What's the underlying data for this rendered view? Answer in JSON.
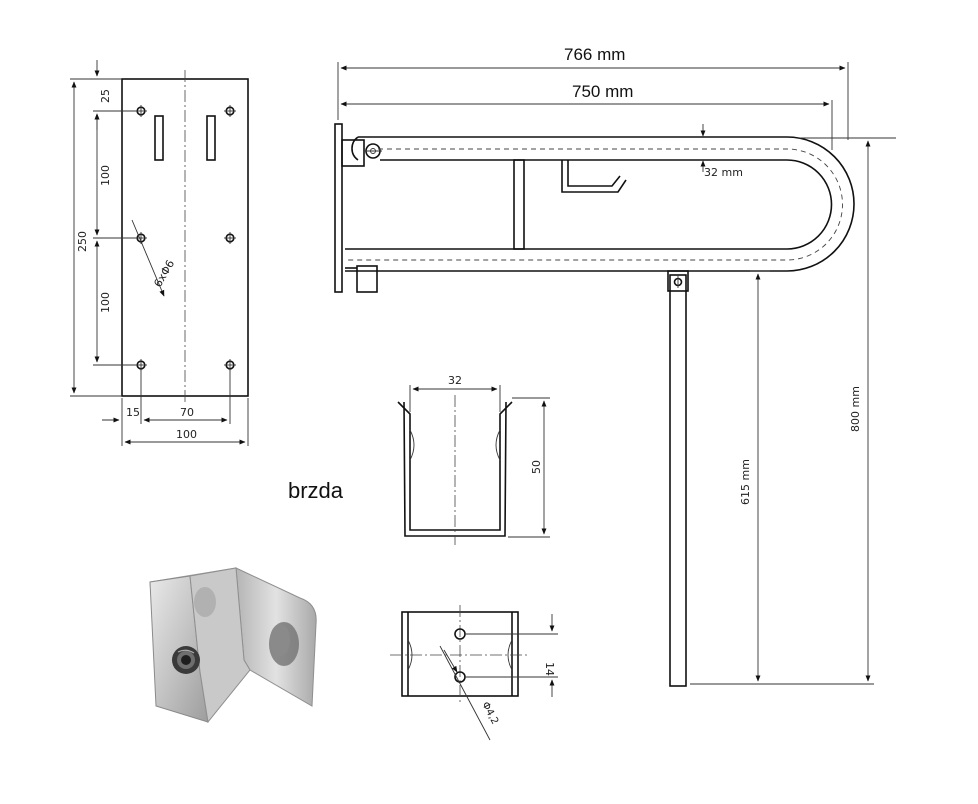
{
  "bracket_plate": {
    "dim_top": "25",
    "dim_mid_upper": "100",
    "dim_mid_lower": "100",
    "dim_height": "250",
    "dim_holes": "6xΦ6",
    "dim_left_margin": "15",
    "dim_hole_spacing": "70",
    "dim_width": "100"
  },
  "grab_bar": {
    "dim_total_length": "766 mm",
    "dim_length": "750 mm",
    "dim_tube": "32 mm",
    "dim_leg_height": "615 mm",
    "dim_total_height": "800 mm"
  },
  "brake": {
    "caption": "brzda",
    "dim_width": "32",
    "dim_height": "50",
    "dim_hole_spacing": "14",
    "dim_hole_diameter": "Φ4,2"
  },
  "colors": {
    "line": "#111111",
    "steel_light": "#d8d8d8",
    "steel_dark": "#8a8a8a"
  }
}
